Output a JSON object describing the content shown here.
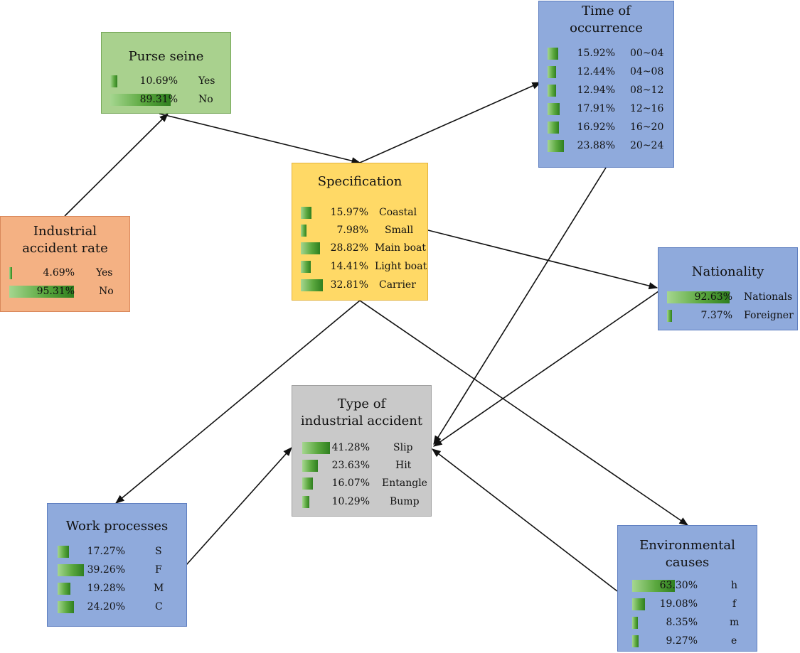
{
  "nodes": {
    "purse": {
      "title": [
        "Purse seine"
      ],
      "rows": [
        {
          "pct": "10.69%",
          "label": "Yes",
          "value": 10.69
        },
        {
          "pct": "89.31%",
          "label": "No",
          "value": 89.31
        }
      ]
    },
    "time": {
      "title": [
        "Time of",
        "occurrence"
      ],
      "rows": [
        {
          "pct": "15.92%",
          "label": "00~04",
          "value": 15.92
        },
        {
          "pct": "12.44%",
          "label": "04~08",
          "value": 12.44
        },
        {
          "pct": "12.94%",
          "label": "08~12",
          "value": 12.94
        },
        {
          "pct": "17.91%",
          "label": "12~16",
          "value": 17.91
        },
        {
          "pct": "16.92%",
          "label": "16~20",
          "value": 16.92
        },
        {
          "pct": "23.88%",
          "label": "20~24",
          "value": 23.88
        }
      ]
    },
    "spec": {
      "title": [
        "Specification"
      ],
      "rows": [
        {
          "pct": "15.97%",
          "label": "Coastal",
          "value": 15.97
        },
        {
          "pct": "7.98%",
          "label": "Small",
          "value": 7.98
        },
        {
          "pct": "28.82%",
          "label": "Main boat",
          "value": 28.82
        },
        {
          "pct": "14.41%",
          "label": "Light boat",
          "value": 14.41
        },
        {
          "pct": "32.81%",
          "label": "Carrier",
          "value": 32.81
        }
      ]
    },
    "industrial": {
      "title": [
        "Industrial",
        "accident rate"
      ],
      "rows": [
        {
          "pct": "4.69%",
          "label": "Yes",
          "value": 4.69
        },
        {
          "pct": "95.31%",
          "label": "No",
          "value": 95.31
        }
      ]
    },
    "nationality": {
      "title": [
        "Nationality"
      ],
      "rows": [
        {
          "pct": "92.63%",
          "label": "Nationals",
          "value": 92.63
        },
        {
          "pct": "7.37%",
          "label": "Foreigner",
          "value": 7.37
        }
      ]
    },
    "type": {
      "title": [
        "Type of",
        "industrial accident"
      ],
      "rows": [
        {
          "pct": "41.28%",
          "label": "Slip",
          "value": 41.28
        },
        {
          "pct": "23.63%",
          "label": "Hit",
          "value": 23.63
        },
        {
          "pct": "16.07%",
          "label": "Entangle",
          "value": 16.07
        },
        {
          "pct": "10.29%",
          "label": "Bump",
          "value": 10.29
        }
      ]
    },
    "work": {
      "title": [
        "Work processes"
      ],
      "rows": [
        {
          "pct": "17.27%",
          "label": "S",
          "value": 17.27
        },
        {
          "pct": "39.26%",
          "label": "F",
          "value": 39.26
        },
        {
          "pct": "19.28%",
          "label": "M",
          "value": 19.28
        },
        {
          "pct": "24.20%",
          "label": "C",
          "value": 24.2
        }
      ]
    },
    "env": {
      "title": [
        "Environmental",
        "causes"
      ],
      "rows": [
        {
          "pct": "63.30%",
          "label": "h",
          "value": 63.3
        },
        {
          "pct": "19.08%",
          "label": "f",
          "value": 19.08
        },
        {
          "pct": "8.35%",
          "label": "m",
          "value": 8.35
        },
        {
          "pct": "9.27%",
          "label": "e",
          "value": 9.27
        }
      ]
    }
  },
  "edges": [
    {
      "from": "industrial",
      "to": "purse"
    },
    {
      "from": "purse",
      "to": "spec"
    },
    {
      "from": "spec",
      "to": "time"
    },
    {
      "from": "spec",
      "to": "nationality"
    },
    {
      "from": "spec",
      "to": "work"
    },
    {
      "from": "spec",
      "to": "env"
    },
    {
      "from": "time",
      "to": "type"
    },
    {
      "from": "nationality",
      "to": "type"
    },
    {
      "from": "work",
      "to": "type"
    },
    {
      "from": "env",
      "to": "type"
    }
  ],
  "colors": {
    "bar": "#4e9a34",
    "edge": "#111111"
  }
}
